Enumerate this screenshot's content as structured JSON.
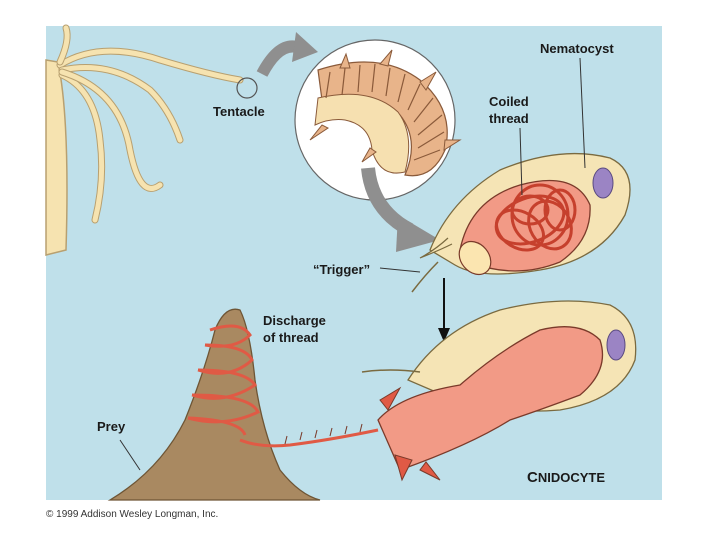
{
  "labels": {
    "tentacle": "Tentacle",
    "nematocyst": "Nematocyst",
    "coiled_thread_line1": "Coiled",
    "coiled_thread_line2": "thread",
    "trigger": "“Trigger”",
    "discharge_line1": "Discharge",
    "discharge_line2": "of thread",
    "prey": "Prey",
    "cnidocyte_initial": "C",
    "cnidocyte_rest": "NIDOCYTE"
  },
  "copyright": "© 1999 Addison Wesley Longman, Inc.",
  "colors": {
    "background": "#bfe0ea",
    "hydra": "#f6e3b0",
    "cell_outer": "#f5e4b5",
    "cell_inner": "#f29a86",
    "thread": "#e05a45",
    "nucleus": "#9b84c4",
    "prey": "#a98961",
    "arrow": "#8f8f8f"
  }
}
